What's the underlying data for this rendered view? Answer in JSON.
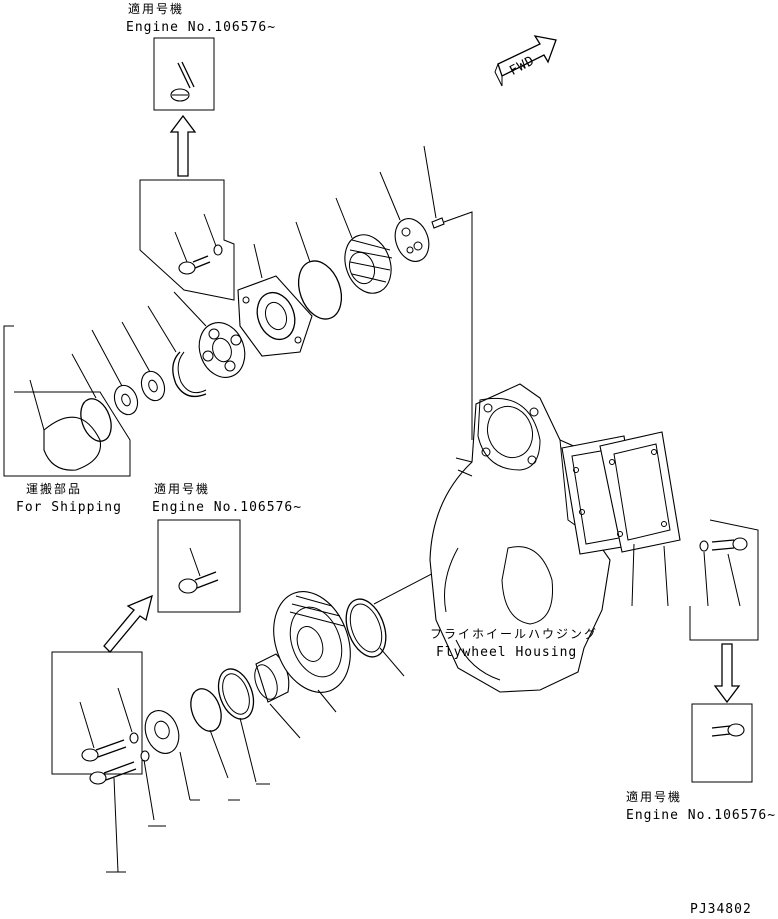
{
  "callouts": {
    "top_left": {
      "jp": "適用号機",
      "en": "Engine No.106576~"
    },
    "middle": {
      "jp": "適用号機",
      "en": "Engine No.106576~"
    },
    "bottom_right": {
      "jp": "適用号機",
      "en": "Engine No.106576~"
    }
  },
  "shipping": {
    "jp": "運搬部品",
    "en": "For Shipping"
  },
  "housing": {
    "jp": "フライホイールハウジング",
    "en": "Flywheel Housing"
  },
  "fwd": "FWD",
  "figure_code": "PJ34802"
}
